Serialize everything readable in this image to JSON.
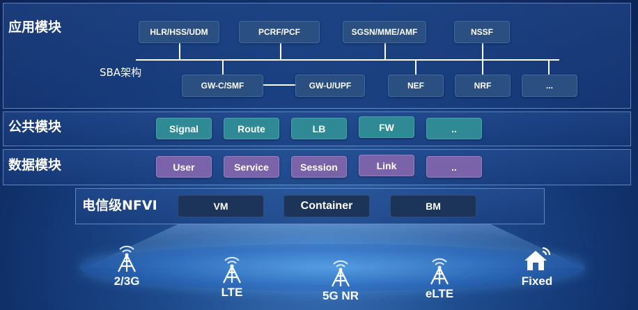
{
  "app_panel": {
    "title": "应用模块",
    "sba_label": "SBA架构",
    "top_services": [
      "HLR/HSS/UDM",
      "PCRF/PCF",
      "SGSN/MME/AMF",
      "NSSF"
    ],
    "bottom_services": [
      "GW-C/SMF",
      "GW-U/UPF",
      "NEF",
      "NRF",
      "..."
    ]
  },
  "public_panel": {
    "title": "公共模块",
    "items": [
      "Signal",
      "Route",
      "LB",
      "FW",
      ".."
    ]
  },
  "data_panel": {
    "title": "数据模块",
    "items": [
      "User",
      "Service",
      "Session",
      "Link",
      ".."
    ]
  },
  "nfvi_panel": {
    "title": "电信级NFVI",
    "items": [
      "VM",
      "Container",
      "BM"
    ]
  },
  "access": [
    {
      "label": "2/3G",
      "icon": "antenna-icon"
    },
    {
      "label": "LTE",
      "icon": "antenna-icon"
    },
    {
      "label": "5G NR",
      "icon": "antenna-icon"
    },
    {
      "label": "eLTE",
      "icon": "antenna-icon"
    },
    {
      "label": "Fixed",
      "icon": "home-wifi-icon"
    }
  ],
  "colors": {
    "service_box": "#2c4f82",
    "public_box": "#2f8a96",
    "data_box": "#7a63a8",
    "nfvi_box": "#1c3458"
  }
}
